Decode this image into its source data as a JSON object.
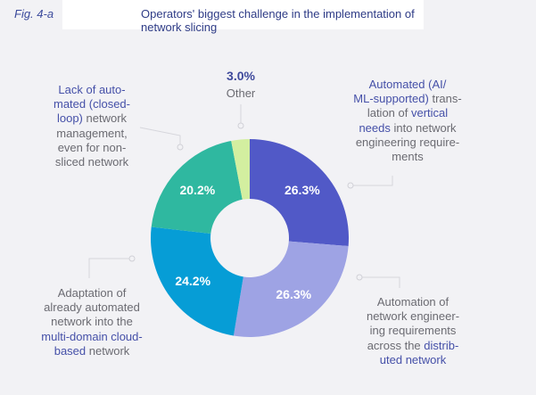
{
  "header": {
    "fig": "Fig. 4-a",
    "title": "Operators' biggest challenge in the implementation of network slicing"
  },
  "chart_data": {
    "type": "pie",
    "variant": "donut",
    "title": "Operators' biggest challenge in the implementation of network slicing",
    "slices": [
      {
        "name": "Automated (AI/ML-supported) translation of vertical needs into network engineering requirements",
        "value": 26.3,
        "label": "26.3%",
        "color": "#5159c7",
        "lines": [
          [
            {
              "t": "Automated (AI/",
              "hl": true
            }
          ],
          [
            {
              "t": "ML-supported)",
              "hl": true
            },
            {
              "t": " trans-"
            }
          ],
          [
            {
              "t": "lation of "
            },
            {
              "t": "vertical",
              "hl": true
            }
          ],
          [
            {
              "t": "needs",
              "hl": true
            },
            {
              "t": " into network"
            }
          ],
          [
            {
              "t": "engineering require-"
            }
          ],
          [
            {
              "t": "ments"
            }
          ]
        ]
      },
      {
        "name": "Automation of network engineering requirements across the distributed network",
        "value": 26.3,
        "label": "26.3%",
        "color": "#9ea3e4",
        "lines": [
          [
            {
              "t": "Automation of"
            }
          ],
          [
            {
              "t": "network engineer-"
            }
          ],
          [
            {
              "t": "ing requirements"
            }
          ],
          [
            {
              "t": "across the "
            },
            {
              "t": "distrib-",
              "hl": true
            }
          ],
          [
            {
              "t": "uted network",
              "hl": true
            }
          ]
        ]
      },
      {
        "name": "Adaptation of already automated network into the multi-domain cloud-based network",
        "value": 24.2,
        "label": "24.2%",
        "color": "#069dd6",
        "lines": [
          [
            {
              "t": "Adaptation of"
            }
          ],
          [
            {
              "t": "already automated"
            }
          ],
          [
            {
              "t": "network into the"
            }
          ],
          [
            {
              "t": "multi-domain cloud-",
              "hl": true
            }
          ],
          [
            {
              "t": "based",
              "hl": true
            },
            {
              "t": " network"
            }
          ]
        ]
      },
      {
        "name": "Lack of automated (closed-loop) network management, even for non-sliced network",
        "value": 20.2,
        "label": "20.2%",
        "color": "#2fb8a0",
        "lines": [
          [
            {
              "t": "Lack of auto-",
              "hl": true
            }
          ],
          [
            {
              "t": "mated (closed-",
              "hl": true
            }
          ],
          [
            {
              "t": "loop)",
              "hl": true
            },
            {
              "t": " network"
            }
          ],
          [
            {
              "t": "management,"
            }
          ],
          [
            {
              "t": "even for non-"
            }
          ],
          [
            {
              "t": "sliced network"
            }
          ]
        ]
      },
      {
        "name": "Other",
        "value": 3.0,
        "label": "3.0%",
        "color": "#d3efa0",
        "other_label": "Other"
      }
    ]
  }
}
